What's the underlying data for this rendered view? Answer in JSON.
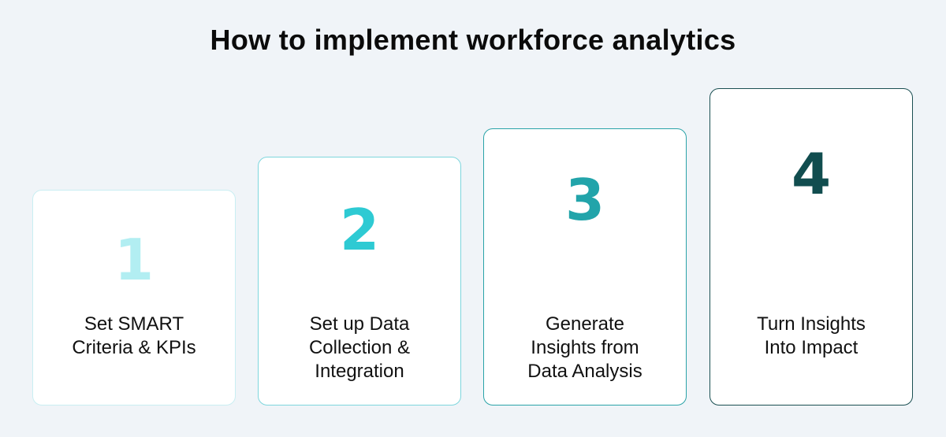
{
  "title": "How to implement workforce analytics",
  "steps": [
    {
      "number": "1",
      "label_lines": [
        "Set SMART",
        "Criteria & KPIs"
      ],
      "number_color": "#b2eef2"
    },
    {
      "number": "2",
      "label_lines": [
        "Set up Data",
        "Collection &",
        "Integration"
      ],
      "number_color": "#2ecad3"
    },
    {
      "number": "3",
      "label_lines": [
        "Generate",
        "Insights from",
        "Data Analysis"
      ],
      "number_color": "#22a4aa"
    },
    {
      "number": "4",
      "label_lines": [
        "Turn Insights",
        "Into Impact"
      ],
      "number_color": "#114d4f"
    }
  ],
  "colors": {
    "background": "#f0f4f8",
    "card": "#ffffff",
    "title_text": "#0b0b0b",
    "label_text": "#111111"
  }
}
